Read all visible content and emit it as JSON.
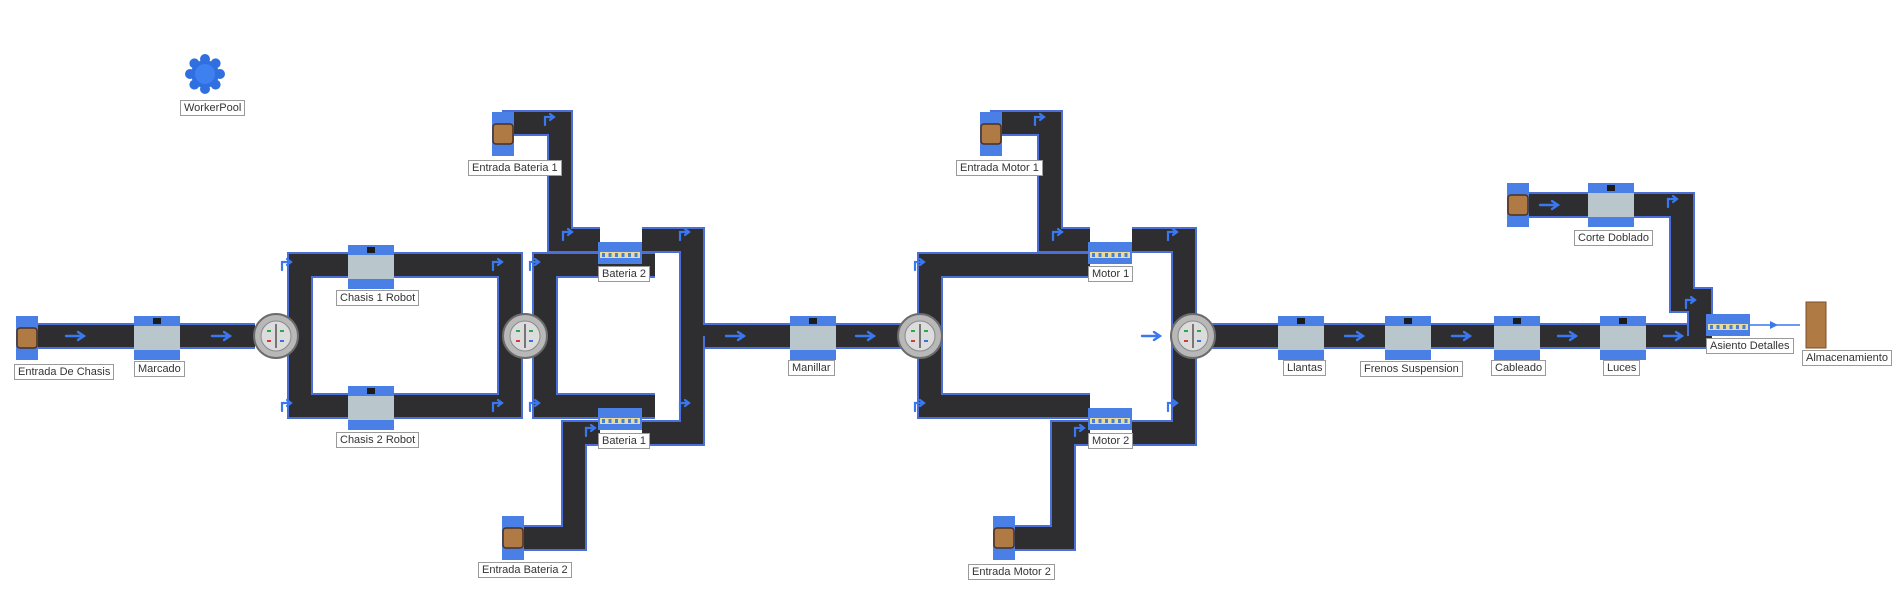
{
  "diagram": {
    "pool": {
      "label": "WorkerPool",
      "color": "#2f6fe0"
    },
    "sources": [
      {
        "id": "entrada-de-chasis",
        "label": "Entrada De Chasis"
      },
      {
        "id": "entrada-bateria-1",
        "label": "Entrada Bateria 1"
      },
      {
        "id": "entrada-bateria-2",
        "label": "Entrada Bateria 2"
      },
      {
        "id": "entrada-motor-1",
        "label": "Entrada Motor 1"
      },
      {
        "id": "entrada-motor-2",
        "label": "Entrada Motor 2"
      },
      {
        "id": "corte-source",
        "label": ""
      }
    ],
    "stations": [
      {
        "id": "marcado",
        "label": "Marcado",
        "style": "processor"
      },
      {
        "id": "chasis-1-robot",
        "label": "Chasis 1 Robot",
        "style": "processor"
      },
      {
        "id": "chasis-2-robot",
        "label": "Chasis 2 Robot",
        "style": "processor"
      },
      {
        "id": "bateria-2",
        "label": "Bateria 2",
        "style": "combiner"
      },
      {
        "id": "bateria-1",
        "label": "Bateria 1",
        "style": "combiner"
      },
      {
        "id": "manillar",
        "label": "Manillar",
        "style": "processor"
      },
      {
        "id": "motor-1",
        "label": "Motor 1",
        "style": "combiner"
      },
      {
        "id": "motor-2",
        "label": "Motor 2",
        "style": "combiner"
      },
      {
        "id": "llantas",
        "label": "Llantas",
        "style": "processor"
      },
      {
        "id": "frenos-suspension",
        "label": "Frenos Suspension",
        "style": "processor"
      },
      {
        "id": "cableado",
        "label": "Cableado",
        "style": "processor"
      },
      {
        "id": "luces",
        "label": "Luces",
        "style": "processor"
      },
      {
        "id": "corte-doblado",
        "label": "Corte Doblado",
        "style": "processor"
      },
      {
        "id": "asiento-detalles",
        "label": "Asiento Detalles",
        "style": "combiner"
      }
    ],
    "sink": {
      "id": "almacenamiento",
      "label": "Almacenamiento"
    },
    "colors": {
      "conveyor": "#2e2e30",
      "conveyor_edge": "#4a6fd8",
      "arrow": "#3a78f0",
      "station_blue": "#4a80e6",
      "station_body": "#b9c6cc",
      "source_brown": "#b07a45",
      "sink_brown": "#b07a45",
      "transfer_gray": "#b8b8b8"
    }
  }
}
